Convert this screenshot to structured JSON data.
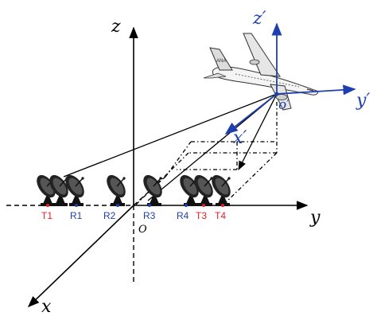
{
  "axes": {
    "x": "x",
    "y": "y",
    "z": "z",
    "origin": "O"
  },
  "aircraft_frame": {
    "x_prime": "x′",
    "y_prime": "y′",
    "z_prime": "z′",
    "origin": "o′"
  },
  "antennas": [
    {
      "label": "T1",
      "kind": "transmitter",
      "color": "#e0202a"
    },
    {
      "label": "R1",
      "kind": "receiver",
      "color": "#1f3fae"
    },
    {
      "label": "R2",
      "kind": "receiver",
      "color": "#1f3fae"
    },
    {
      "label": "R3",
      "kind": "receiver",
      "color": "#1f3fae"
    },
    {
      "label": "R4",
      "kind": "receiver",
      "color": "#1f3fae"
    },
    {
      "label": "T3",
      "kind": "transmitter",
      "color": "#e0202a"
    },
    {
      "label": "T4",
      "kind": "transmitter",
      "color": "#e0202a"
    }
  ],
  "colors": {
    "axis": "#000000",
    "body_frame": "#1f3fae",
    "transmitter": "#e0202a",
    "receiver": "#1f3fae"
  }
}
